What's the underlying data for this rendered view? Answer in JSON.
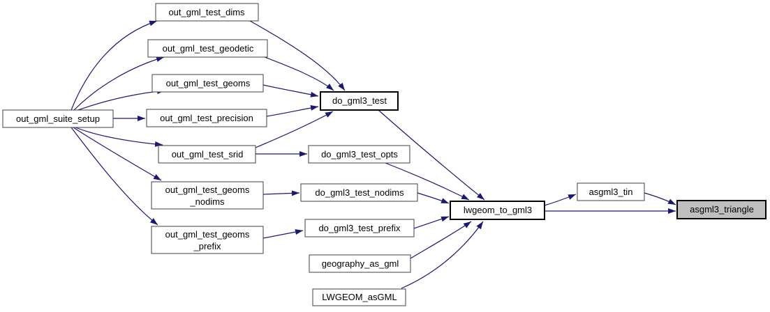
{
  "figure": {
    "type": "call-graph",
    "description": "Caller graph for asgml3_triangle",
    "highlighted_node": "asgml3_triangle"
  },
  "colors": {
    "edge": "#191970",
    "node_border": "#404040",
    "node_border_emphasis": "#000000",
    "node_fill": "#ffffff",
    "highlight_fill": "#bfbfbf",
    "text": "#000000",
    "background": "#ffffff"
  },
  "nodes": [
    {
      "name": "out_gml_suite_setup",
      "lines": [
        "out_gml_suite_setup"
      ]
    },
    {
      "name": "out_gml_test_dims",
      "lines": [
        "out_gml_test_dims"
      ]
    },
    {
      "name": "out_gml_test_geodetic",
      "lines": [
        "out_gml_test_geodetic"
      ]
    },
    {
      "name": "out_gml_test_geoms",
      "lines": [
        "out_gml_test_geoms"
      ]
    },
    {
      "name": "out_gml_test_precision",
      "lines": [
        "out_gml_test_precision"
      ]
    },
    {
      "name": "out_gml_test_srid",
      "lines": [
        "out_gml_test_srid"
      ]
    },
    {
      "name": "out_gml_test_geoms_nodims",
      "lines": [
        "out_gml_test_geoms",
        "_nodims"
      ]
    },
    {
      "name": "out_gml_test_geoms_prefix",
      "lines": [
        "out_gml_test_geoms",
        "_prefix"
      ]
    },
    {
      "name": "do_gml3_test",
      "lines": [
        "do_gml3_test"
      ]
    },
    {
      "name": "do_gml3_test_opts",
      "lines": [
        "do_gml3_test_opts"
      ]
    },
    {
      "name": "do_gml3_test_nodims",
      "lines": [
        "do_gml3_test_nodims"
      ]
    },
    {
      "name": "do_gml3_test_prefix",
      "lines": [
        "do_gml3_test_prefix"
      ]
    },
    {
      "name": "geography_as_gml",
      "lines": [
        "geography_as_gml"
      ]
    },
    {
      "name": "LWGEOM_asGML",
      "lines": [
        "LWGEOM_asGML"
      ]
    },
    {
      "name": "lwgeom_to_gml3",
      "lines": [
        "lwgeom_to_gml3"
      ]
    },
    {
      "name": "asgml3_tin",
      "lines": [
        "asgml3_tin"
      ]
    },
    {
      "name": "asgml3_triangle",
      "lines": [
        "asgml3_triangle"
      ]
    }
  ],
  "edges": [
    {
      "from": "out_gml_suite_setup",
      "to": "out_gml_test_dims"
    },
    {
      "from": "out_gml_suite_setup",
      "to": "out_gml_test_geodetic"
    },
    {
      "from": "out_gml_suite_setup",
      "to": "out_gml_test_geoms"
    },
    {
      "from": "out_gml_suite_setup",
      "to": "out_gml_test_precision"
    },
    {
      "from": "out_gml_suite_setup",
      "to": "out_gml_test_srid"
    },
    {
      "from": "out_gml_suite_setup",
      "to": "out_gml_test_geoms_nodims"
    },
    {
      "from": "out_gml_suite_setup",
      "to": "out_gml_test_geoms_prefix"
    },
    {
      "from": "out_gml_test_dims",
      "to": "do_gml3_test"
    },
    {
      "from": "out_gml_test_geodetic",
      "to": "do_gml3_test"
    },
    {
      "from": "out_gml_test_geoms",
      "to": "do_gml3_test"
    },
    {
      "from": "out_gml_test_precision",
      "to": "do_gml3_test"
    },
    {
      "from": "out_gml_test_srid",
      "to": "do_gml3_test"
    },
    {
      "from": "out_gml_test_srid",
      "to": "do_gml3_test_opts"
    },
    {
      "from": "do_gml3_test",
      "to": "lwgeom_to_gml3"
    },
    {
      "from": "do_gml3_test_opts",
      "to": "lwgeom_to_gml3"
    },
    {
      "from": "out_gml_test_geoms_nodims",
      "to": "do_gml3_test_nodims"
    },
    {
      "from": "do_gml3_test_nodims",
      "to": "lwgeom_to_gml3"
    },
    {
      "from": "out_gml_test_geoms_prefix",
      "to": "do_gml3_test_prefix"
    },
    {
      "from": "do_gml3_test_prefix",
      "to": "lwgeom_to_gml3"
    },
    {
      "from": "geography_as_gml",
      "to": "lwgeom_to_gml3"
    },
    {
      "from": "LWGEOM_asGML",
      "to": "lwgeom_to_gml3"
    },
    {
      "from": "lwgeom_to_gml3",
      "to": "asgml3_tin"
    },
    {
      "from": "lwgeom_to_gml3",
      "to": "asgml3_triangle"
    },
    {
      "from": "asgml3_tin",
      "to": "asgml3_triangle"
    }
  ]
}
